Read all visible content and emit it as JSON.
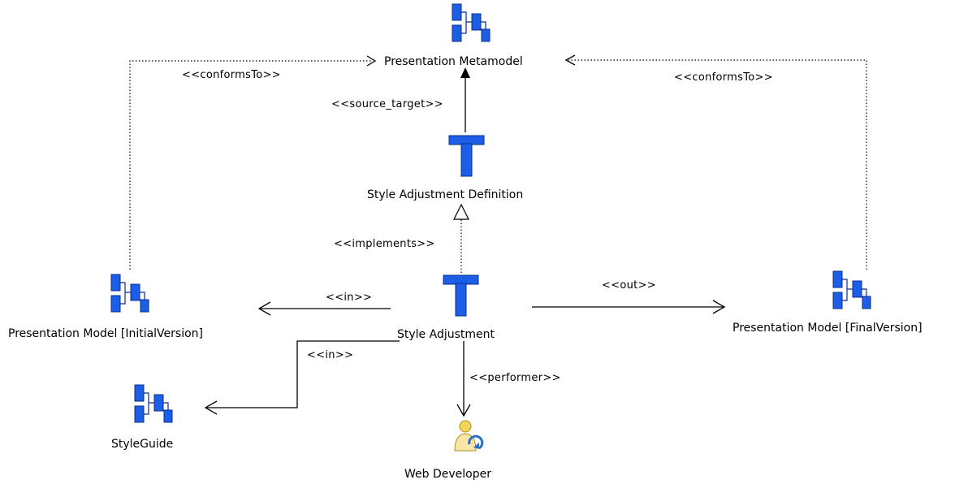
{
  "nodes": {
    "presentation_metamodel": {
      "label": "Presentation Metamodel",
      "icon": "model-icon"
    },
    "style_adjustment_definition": {
      "label": "Style Adjustment Definition",
      "icon": "transformation-icon"
    },
    "style_adjustment": {
      "label": "Style Adjustment",
      "icon": "transformation-icon"
    },
    "presentation_model_initial": {
      "label": "Presentation Model [InitialVersion]",
      "icon": "model-icon"
    },
    "presentation_model_final": {
      "label": "Presentation Model [FinalVersion]",
      "icon": "model-icon"
    },
    "style_guide": {
      "label": "StyleGuide",
      "icon": "model-icon"
    },
    "web_developer": {
      "label": "Web Developer",
      "icon": "performer-icon"
    }
  },
  "edges": {
    "conforms_left": "<<conformsTo>>",
    "conforms_right": "<<conformsTo>>",
    "source_target": "<<source_target>>",
    "implements": "<<implements>>",
    "in_initial": "<<in>>",
    "out_final": "<<out>>",
    "in_styleguide": "<<in>>",
    "performer": "<<performer>>"
  },
  "colors": {
    "icon_blue": "#1c5ee6",
    "icon_outline": "#0a2d8a",
    "line": "#000000"
  }
}
